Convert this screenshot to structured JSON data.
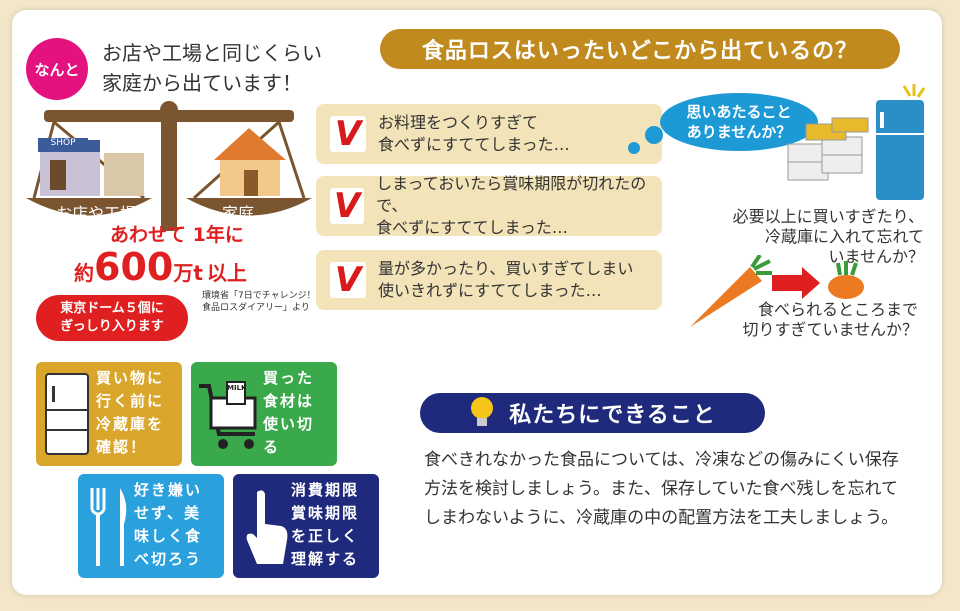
{
  "headline": {
    "badge": "なんと",
    "line1": "お店や工場と同じくらい",
    "line2": "家庭から出ています！"
  },
  "section_title": "食品ロスはいったいどこから出ているの？",
  "scale": {
    "left_label": "お店や工場",
    "right_label": "家庭",
    "shop_sign": "SHOP"
  },
  "total": {
    "line1": "あわせて 1年に",
    "prefix": "約",
    "number": "600",
    "unit": "万t",
    "suffix": "以上"
  },
  "dome": "東京ドーム５個に\nぎっしり入ります",
  "source": "環境省「7日でチャレンジ！\n食品ロスダイアリー」より",
  "checks": [
    {
      "mark": "V",
      "text": "お料理をつくりすぎて\n食べずにすててしまった…"
    },
    {
      "mark": "V",
      "text": "しまっておいたら賞味期限が切れたので、\n食べずにすててしまった…"
    },
    {
      "mark": "V",
      "text": "量が多かったり、買いすぎてしまい\n使いきれずにすててしまった…"
    }
  ],
  "bubble": "思いあたること\nありませんか？",
  "right_q1": "必要以上に買いすぎたり、\n冷蔵庫に入れて忘れて\nいませんか？",
  "right_q2": "食べられるところまで\n切りすぎていませんか？",
  "tips": [
    {
      "text": "買い物に\n行く前に\n冷蔵庫を\n確認！",
      "color": "#d9a52b"
    },
    {
      "text": "買った\n食材は\n使い切\nる",
      "color": "#3aa94b",
      "milk": "MILK"
    },
    {
      "text": "好き嫌い\nせず、美\n味しく食\nべ切ろう",
      "color": "#2aa1dc"
    },
    {
      "text": "消費期限\n賞味期限\nを正しく\n理解する",
      "color": "#1f2a7c"
    }
  ],
  "can_title": "私たちにできること",
  "can_body": "食べきれなかった食品については、冷凍などの傷みにくい保存方法を検討しましょう。また、保存していた食べ残しを忘れてしまわないように、冷蔵庫の中の配置方法を工夫しましょう。",
  "colors": {
    "gold": "#c08a1e",
    "red": "#e02020",
    "pink": "#e4127f",
    "navy": "#1f2a7c",
    "blue": "#1d9ad6",
    "brown": "#7a5530"
  }
}
